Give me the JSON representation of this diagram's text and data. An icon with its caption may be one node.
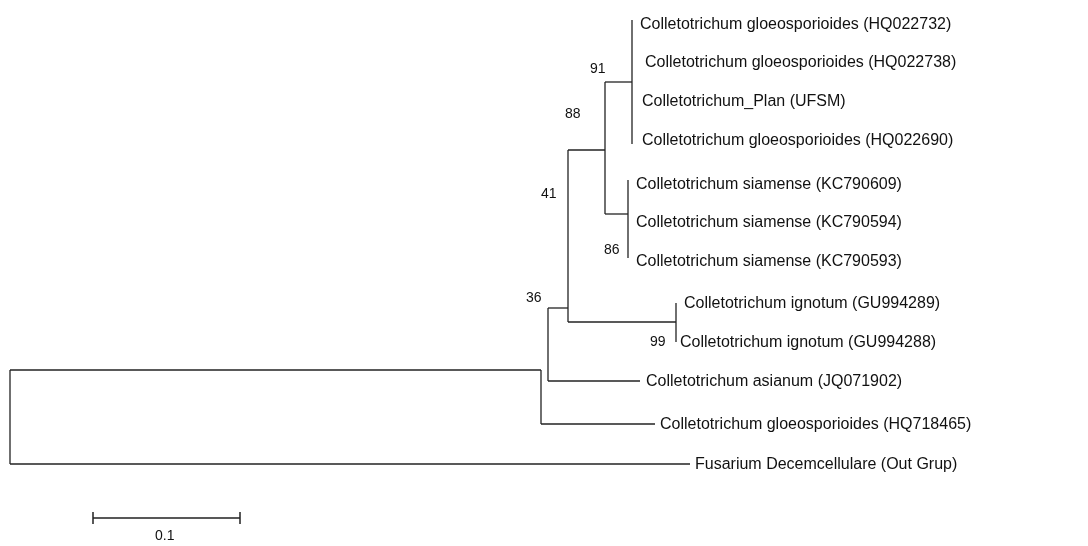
{
  "diagram": {
    "labels": [
      "Colletotrichum gloeosporioides (HQ022732)",
      "91",
      "Colletotrichum gloeosporioides (HQ022738)",
      "Colletotrichum_Plan (UFSM)",
      "88",
      "Colletotrichum gloeosporioides (HQ022690)",
      "Colletotrichum siamense (KC790609)",
      "41",
      "Colletotrichum siamense (KC790594)",
      "86",
      "Colletotrichum siamense (KC790593)",
      "36",
      "Colletotrichum ignotum (GU994289)",
      "99",
      "Colletotrichum ignotum (GU994288)",
      "Colletotrichum asianum (JQ071902)",
      "Colletotrichum gloeosporioides (HQ718465)",
      "Fusarium Decemcellulare (Out Grup)",
      "0.1"
    ]
  }
}
